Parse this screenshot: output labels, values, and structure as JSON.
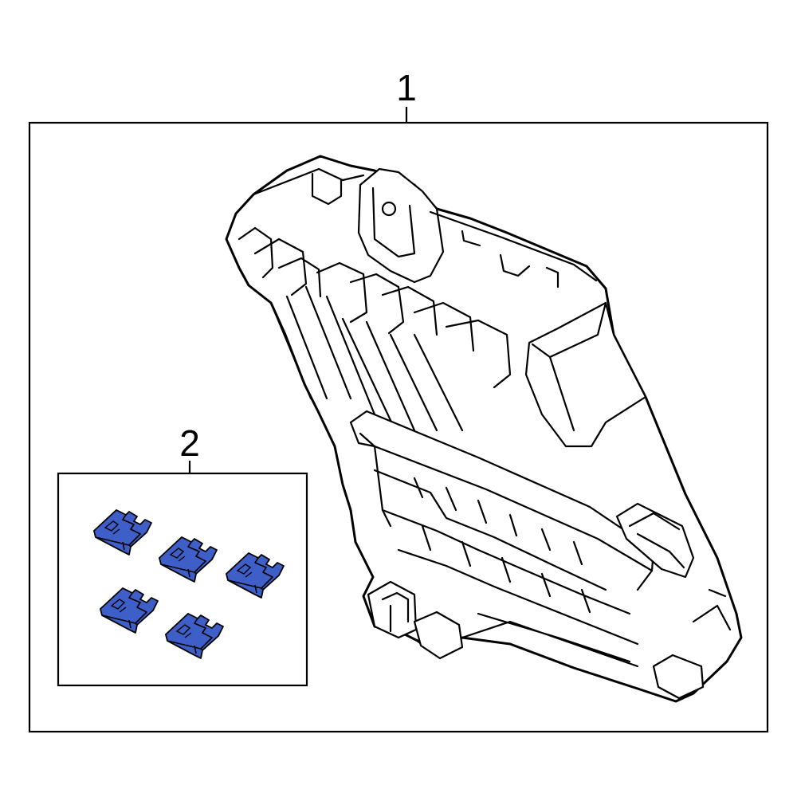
{
  "diagram": {
    "callouts": [
      {
        "id": "1",
        "label": "1",
        "part": "fuse-box-assembly"
      },
      {
        "id": "2",
        "label": "2",
        "part": "fuse-set"
      }
    ],
    "colors": {
      "line": "#000000",
      "background": "#ffffff",
      "fuse_fill": "#3f5fc8"
    },
    "fuse_count": 5
  }
}
